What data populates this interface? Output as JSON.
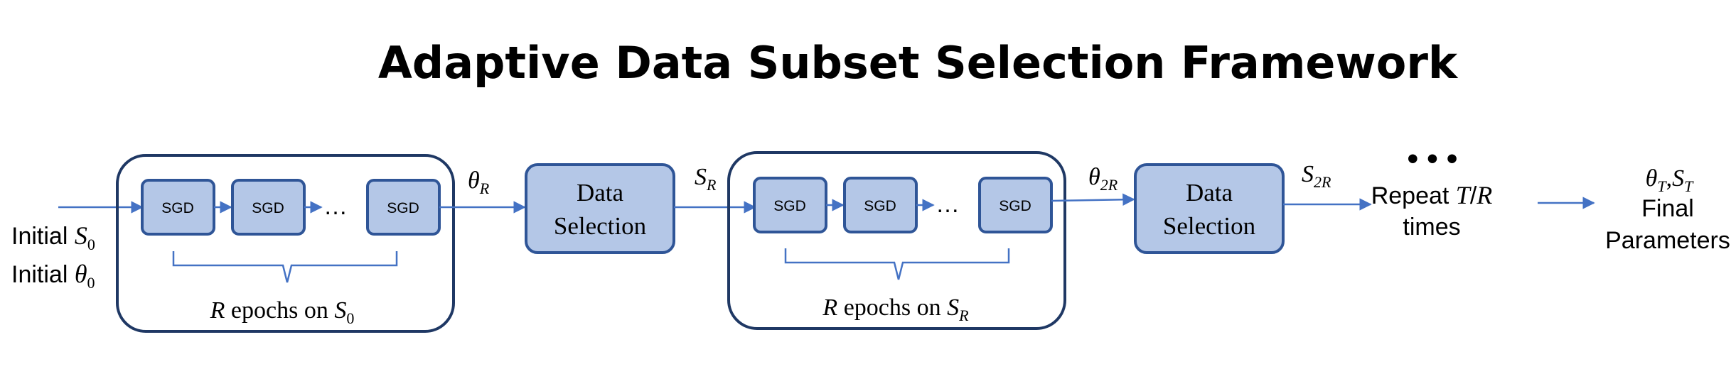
{
  "title": "Adaptive Data Subset Selection Framework",
  "inputs": {
    "initial_s_prefix": "Initial",
    "initial_s_symbol": "S",
    "initial_s_sub": "0",
    "initial_theta_prefix": "Initial",
    "initial_theta_symbol": "θ",
    "initial_theta_sub": "0"
  },
  "sgd_label": "SGD",
  "ellipsis": "…",
  "stage1": {
    "caption_r": "R",
    "caption_text": " epochs on ",
    "caption_s": "S",
    "caption_sub": "0"
  },
  "arrow1": {
    "symbol": "θ",
    "sub": "R"
  },
  "data_selection": {
    "line1": "Data",
    "line2": "Selection"
  },
  "arrow2": {
    "symbol": "S",
    "sub": "R"
  },
  "stage2": {
    "caption_r": "R",
    "caption_text": " epochs on ",
    "caption_s": "S",
    "caption_sub": "R"
  },
  "arrow3": {
    "symbol": "θ",
    "sub": "2R"
  },
  "arrow4": {
    "symbol": "S",
    "sub": "2R"
  },
  "dots": "• • •",
  "repeat": {
    "prefix": "Repeat ",
    "t": "T",
    "slash": "/",
    "r": "R",
    "line2": "times"
  },
  "final": {
    "theta": "θ",
    "theta_sub": "T",
    "comma": ",",
    "s": "S",
    "s_sub": "T",
    "line2": "Final",
    "line3": "Parameters"
  },
  "colors": {
    "box_fill": "#b4c7e7",
    "box_stroke": "#2f5597",
    "outer_stroke": "#1f3864",
    "arrow": "#4472c4",
    "brace": "#4472c4"
  }
}
